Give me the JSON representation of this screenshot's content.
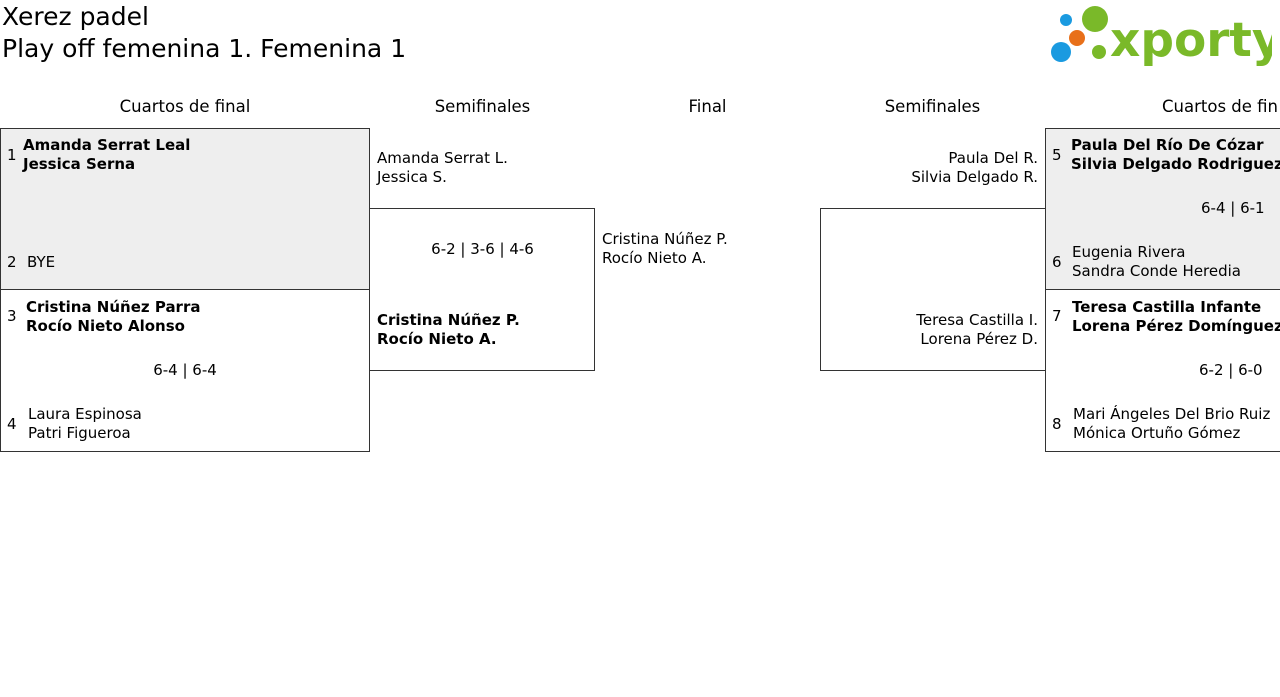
{
  "header": {
    "club": "Xerez padel",
    "competition": "Play off femenina 1. Femenina 1",
    "logo_text": "xporty"
  },
  "rounds": {
    "left_quarters": "Cuartos de final",
    "left_semis": "Semifinales",
    "final": "Final",
    "right_semis": "Semifinales",
    "right_quarters": "Cuartos de fin"
  },
  "quarterfinals": [
    {
      "seed_a": "1",
      "team_a": [
        "Amanda Serrat Leal",
        "Jessica Serna"
      ],
      "seed_b": "2",
      "team_b": [
        "BYE"
      ],
      "score": ""
    },
    {
      "seed_a": "3",
      "team_a": [
        "Cristina Núñez Parra",
        "Rocío Nieto Alonso"
      ],
      "seed_b": "4",
      "team_b": [
        "Laura Espinosa",
        "Patri Figueroa"
      ],
      "score": "6-4 | 6-4"
    },
    {
      "seed_a": "5",
      "team_a": [
        "Paula Del Río De Cózar",
        "Silvia Delgado Rodriguez De"
      ],
      "seed_b": "6",
      "team_b": [
        "Eugenia Rivera",
        "Sandra Conde Heredia"
      ],
      "score": "6-4 | 6-1"
    },
    {
      "seed_a": "7",
      "team_a": [
        "Teresa Castilla Infante",
        "Lorena Pérez Domínguez"
      ],
      "seed_b": "8",
      "team_b": [
        "Mari Ángeles Del Brio Ruiz",
        "Mónica Ortuño Gómez"
      ],
      "score": "6-2 | 6-0"
    }
  ],
  "semifinals": [
    {
      "team_a": [
        "Amanda Serrat L.",
        "Jessica S."
      ],
      "team_b": [
        "Cristina Núñez P.",
        "Rocío Nieto A."
      ],
      "score": "6-2 | 3-6 | 4-6"
    },
    {
      "team_a": [
        "Paula Del R.",
        "Silvia Delgado R."
      ],
      "team_b": [
        "Teresa Castilla I.",
        "Lorena Pérez D."
      ],
      "score": ""
    }
  ],
  "final": {
    "team_a": [
      "Cristina Núñez P.",
      "Rocío Nieto A."
    ]
  },
  "colors": {
    "logo_green": "#7ab929",
    "logo_orange": "#e8701a",
    "logo_blue": "#1a9ae0",
    "winner_shade": "#eeeeee"
  }
}
